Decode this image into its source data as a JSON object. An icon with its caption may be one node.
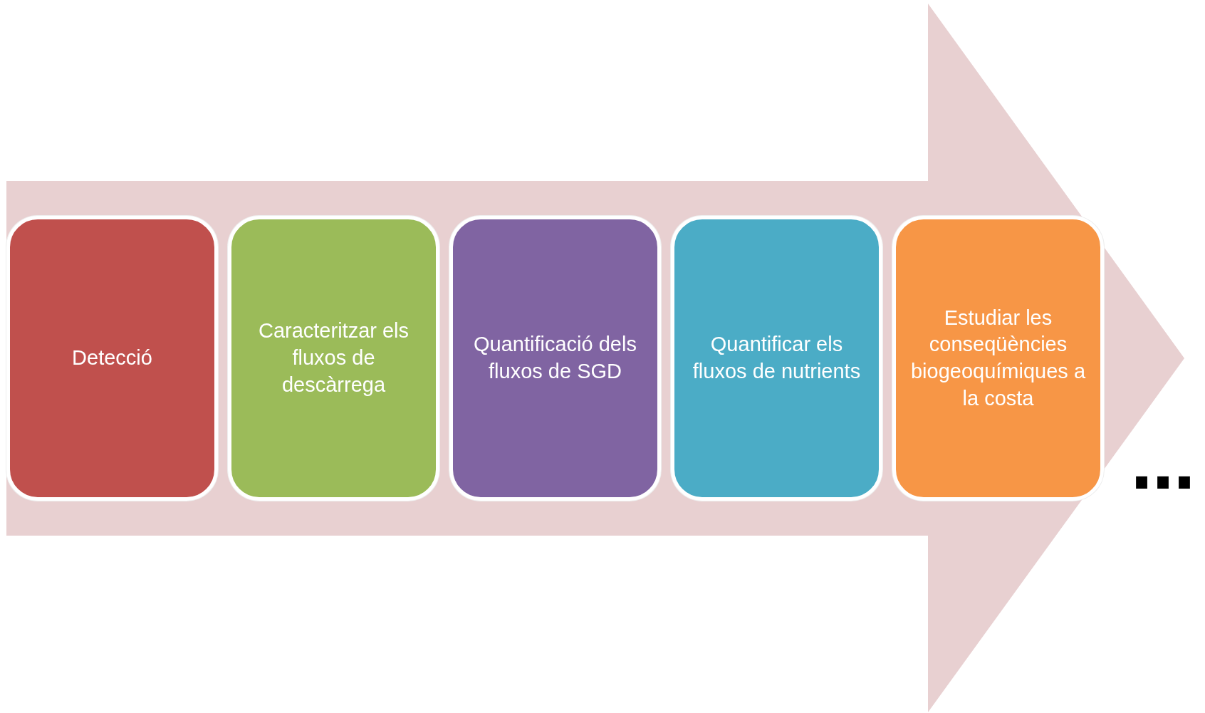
{
  "diagram": {
    "nodes": [
      {
        "text": [
          "Detecció"
        ]
      },
      {
        "text": [
          "Caracteritzar els fluxos de descàrrega"
        ]
      },
      {
        "text": [
          "Quantificació dels fluxos de SGD"
        ]
      },
      {
        "text": [
          "Quantificar els fluxos de nutrients"
        ]
      },
      {
        "text": [
          "Estudiar les conseqüències biogeoquímiques a la costa"
        ]
      }
    ],
    "edges": [
      {
        "from": 0,
        "to": 4,
        "arrow": "to"
      }
    ],
    "labels": [
      "…"
    ]
  }
}
